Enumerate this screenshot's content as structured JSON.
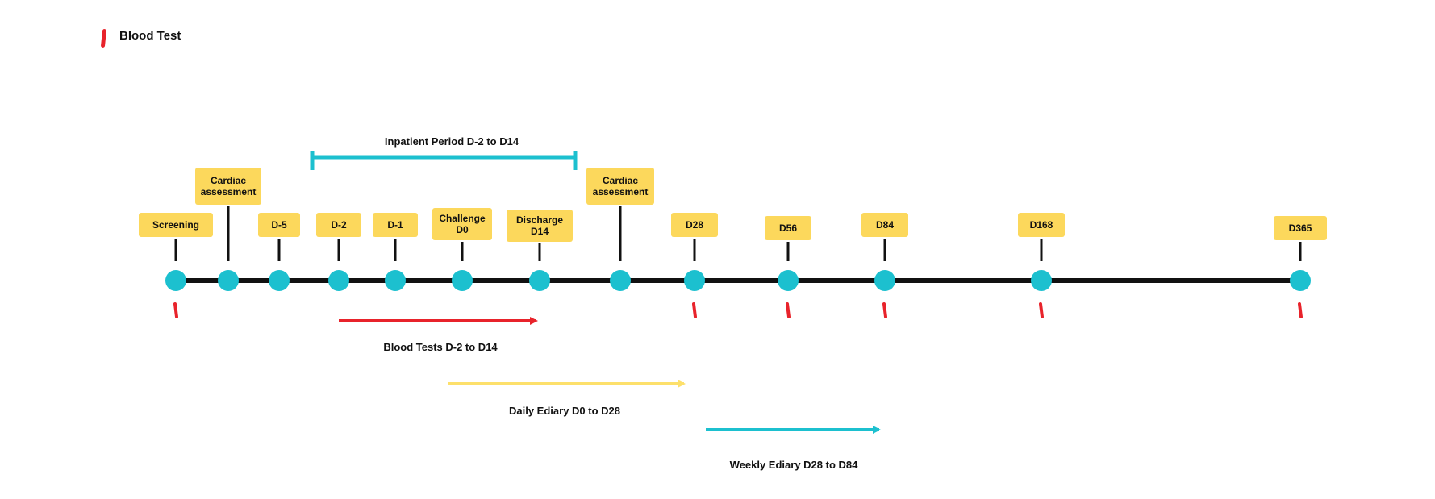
{
  "legend": {
    "label": "Blood Test",
    "color": "#e8232b"
  },
  "colors": {
    "timeline": "#111111",
    "node": "#1cc0cf",
    "label_bg": "#fcd85c",
    "blood_test": "#e8232b",
    "inpatient": "#1cc0cf",
    "daily_ediary": "#fde06b",
    "weekly_ediary": "#1cc0cf"
  },
  "events": [
    {
      "lines": [
        "Screening"
      ],
      "blood_test": true
    },
    {
      "lines": [
        "Cardiac",
        "assessment"
      ],
      "blood_test": false
    },
    {
      "lines": [
        "D-5"
      ],
      "blood_test": false
    },
    {
      "lines": [
        "D-2"
      ],
      "blood_test": false
    },
    {
      "lines": [
        "D-1"
      ],
      "blood_test": false
    },
    {
      "lines": [
        "Challenge",
        "D0"
      ],
      "blood_test": false
    },
    {
      "lines": [
        "Discharge",
        "D14"
      ],
      "blood_test": false
    },
    {
      "lines": [
        "Cardiac",
        "assessment"
      ],
      "blood_test": false
    },
    {
      "lines": [
        "D28"
      ],
      "blood_test": true
    },
    {
      "lines": [
        "D56"
      ],
      "blood_test": true
    },
    {
      "lines": [
        "D84"
      ],
      "blood_test": true
    },
    {
      "lines": [
        "D168"
      ],
      "blood_test": true
    },
    {
      "lines": [
        "D365"
      ],
      "blood_test": true
    }
  ],
  "periods": {
    "inpatient": {
      "label": "Inpatient Period D-2 to D14",
      "from": "D-2",
      "to": "D14"
    },
    "blood_tests": {
      "label": "Blood Tests D-2 to D14",
      "from": "D-2",
      "to": "D14"
    },
    "daily_ediary": {
      "label": "Daily Ediary D0 to D28",
      "from": "D0",
      "to": "D28"
    },
    "weekly_ediary": {
      "label": "Weekly Ediary D28 to D84",
      "from": "D28",
      "to": "D84"
    }
  }
}
